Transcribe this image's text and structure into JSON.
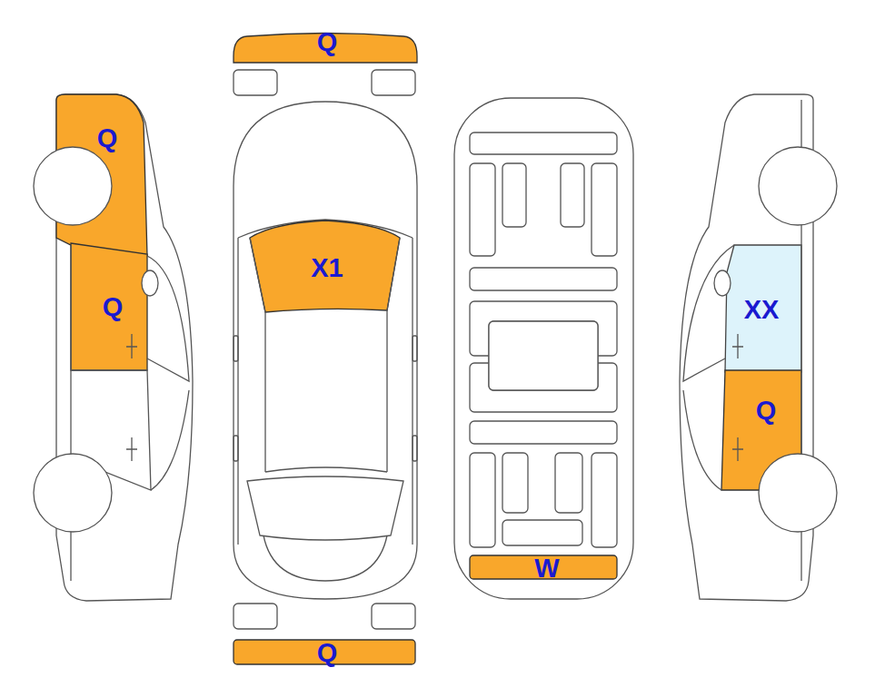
{
  "diagram": {
    "labels": [
      "Q",
      "Q",
      "X1",
      "Q",
      "XX",
      "Q",
      "W",
      "Q"
    ]
  }
}
